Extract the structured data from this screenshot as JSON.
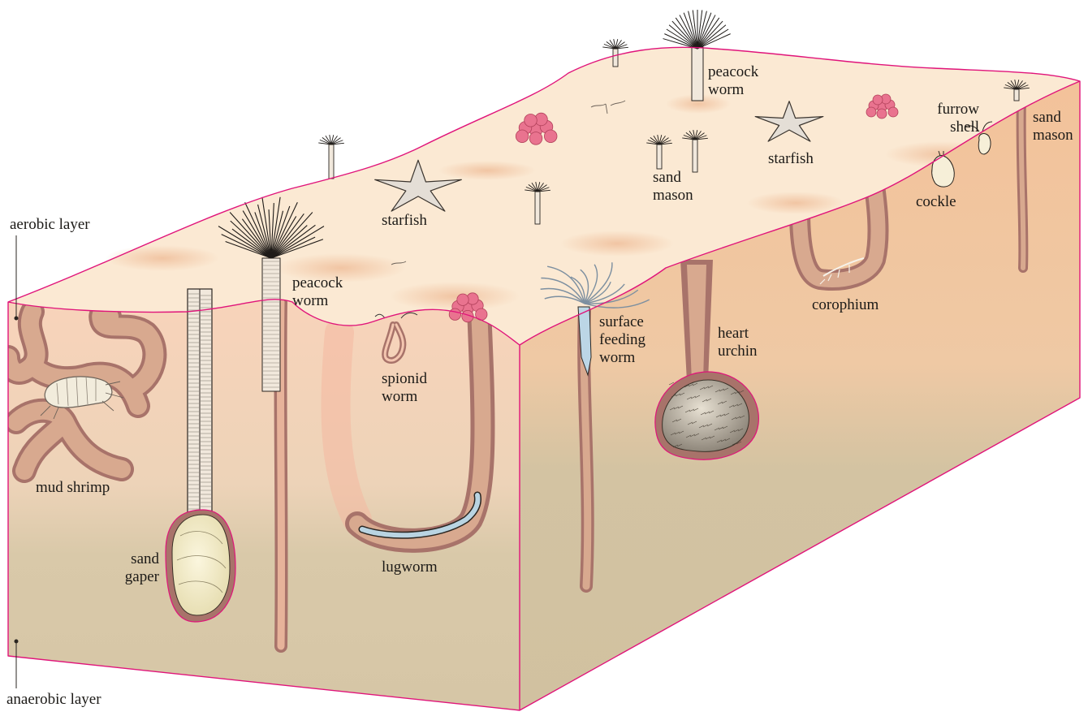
{
  "colors": {
    "outline": "#e0147a",
    "surface": "#fbe9d3",
    "surface_patch": "#f4cfb1",
    "front_top": "#f8d3ba",
    "front_bottom": "#d9c9a9",
    "side_top": "#f3c29a",
    "side_bottom": "#d3c3a2",
    "burrow": "#cf9d84",
    "burrow_dark": "#a8736a",
    "shell": "#f6efc9",
    "bead": "#e9738f"
  },
  "labels": {
    "aerobic_layer": "aerobic layer",
    "anaerobic_layer": "anaerobic layer",
    "mud_shrimp": "mud shrimp",
    "sand_gaper": "sand\ngaper",
    "peacock_worm_front": "peacock\nworm",
    "spionid_worm": "spionid\nworm",
    "lugworm": "lugworm",
    "surface_feeding_worm": "surface\nfeeding\nworm",
    "heart_urchin": "heart\nurchin",
    "corophium": "corophium",
    "cockle": "cockle",
    "furrow_shell": "furrow\nshell",
    "sand_mason_right": "sand\nmason",
    "starfish_left": "starfish",
    "starfish_right": "starfish",
    "sand_mason_mid": "sand\nmason",
    "peacock_worm_top": "peacock\nworm"
  },
  "icons": {
    "starfish": "starfish-icon",
    "peacock_worm": "peacock-worm-icon",
    "sand_mason": "sand-mason-icon",
    "cast": "lugworm-cast-icon",
    "shell": "bivalve-shell-icon",
    "urchin": "heart-urchin-icon"
  }
}
